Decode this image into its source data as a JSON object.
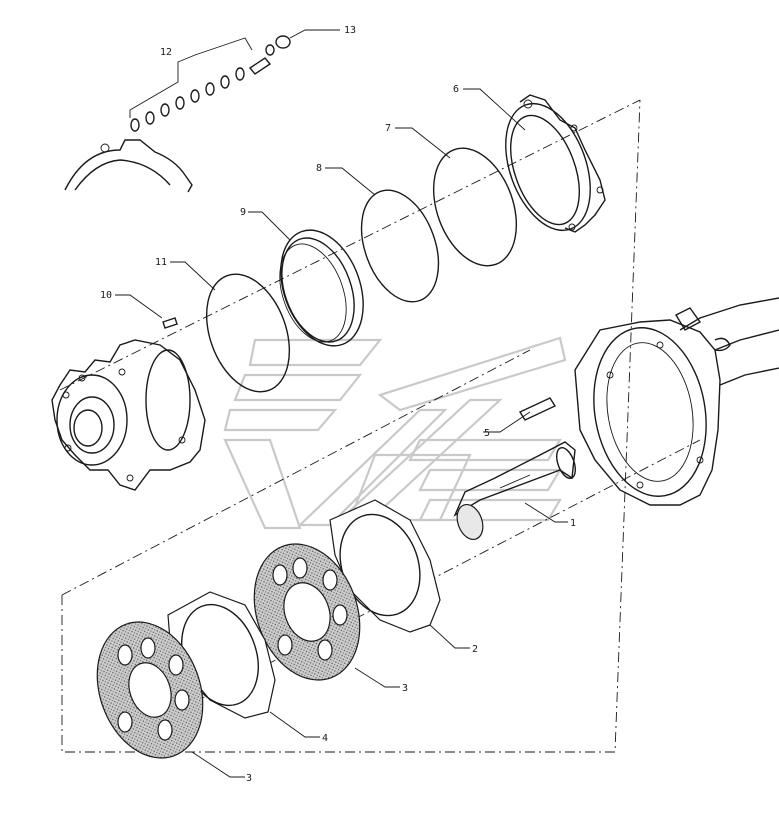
{
  "diagram": {
    "labels": [
      {
        "id": "13",
        "text": "13"
      },
      {
        "id": "12",
        "text": "12"
      },
      {
        "id": "6",
        "text": "6"
      },
      {
        "id": "7",
        "text": "7"
      },
      {
        "id": "8",
        "text": "8"
      },
      {
        "id": "9",
        "text": "9"
      },
      {
        "id": "11",
        "text": "11"
      },
      {
        "id": "10",
        "text": "10"
      },
      {
        "id": "5",
        "text": "5"
      },
      {
        "id": "1",
        "text": "1"
      },
      {
        "id": "2",
        "text": "2"
      },
      {
        "id": "3a",
        "text": "3"
      },
      {
        "id": "4",
        "text": "4"
      },
      {
        "id": "3b",
        "text": "3"
      }
    ]
  }
}
